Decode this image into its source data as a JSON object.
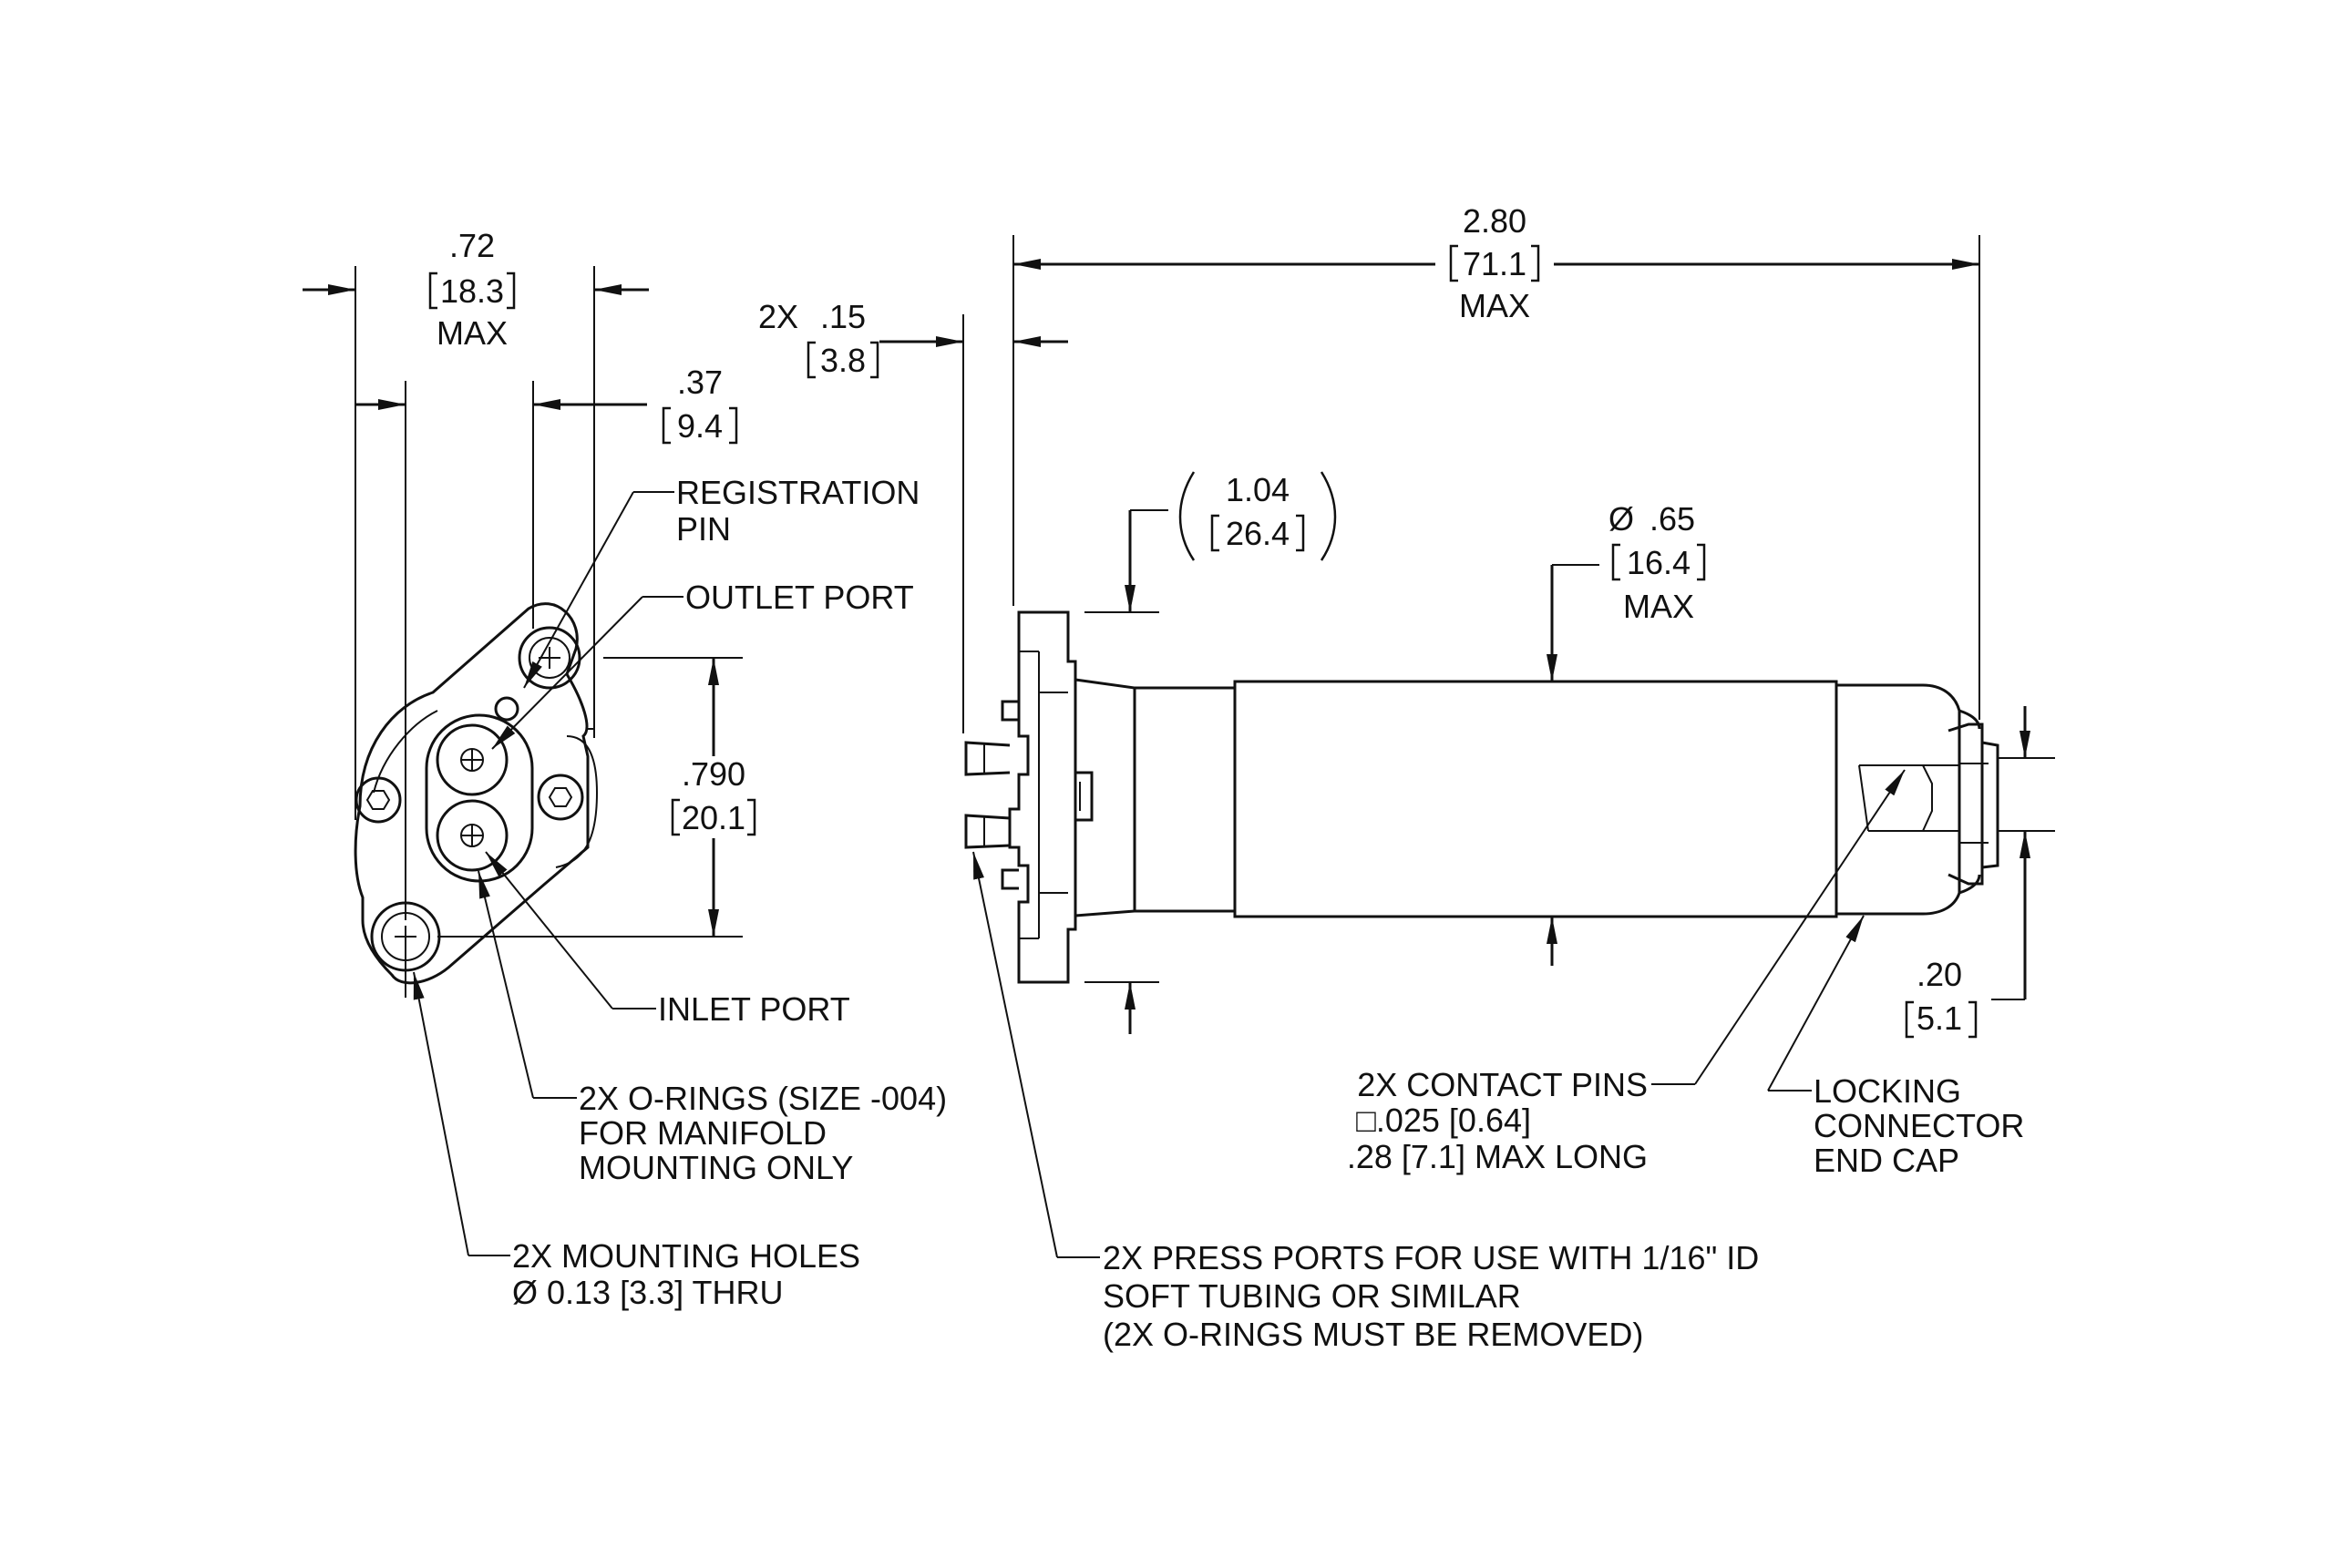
{
  "colors": {
    "line": "#111111",
    "background": "#ffffff"
  },
  "dims": {
    "width_max": {
      "inch": ".72",
      "mm": "18.3",
      "suffix": "MAX"
    },
    "pin_offset": {
      "inch": ".37",
      "mm": "9.4"
    },
    "port_pitch": {
      "inch": ".790",
      "mm": "20.1"
    },
    "press_port": {
      "prefix": "2X",
      "inch": ".15",
      "mm": "3.8"
    },
    "overall_length": {
      "inch": "2.80",
      "mm": "71.1",
      "suffix": "MAX"
    },
    "flange_height": {
      "inch": "1.04",
      "mm": "26.4"
    },
    "body_dia": {
      "symbol": "Ø",
      "inch": ".65",
      "mm": "16.4",
      "suffix": "MAX"
    },
    "pin_length": {
      "inch": ".20",
      "mm": "5.1"
    }
  },
  "callouts": {
    "registration_pin": [
      "REGISTRATION",
      "PIN"
    ],
    "outlet_port": [
      "OUTLET PORT"
    ],
    "inlet_port": [
      "INLET PORT"
    ],
    "orings": [
      "2X O-RINGS (SIZE -004)",
      "FOR MANIFOLD",
      "MOUNTING ONLY"
    ],
    "mounting_holes": [
      "2X MOUNTING HOLES",
      "Ø 0.13 [3.3] THRU"
    ],
    "press_ports": [
      "2X PRESS PORTS FOR USE WITH 1/16\" ID",
      "SOFT TUBING OR SIMILAR",
      "(2X O-RINGS MUST BE REMOVED)"
    ],
    "contact_pins": [
      "2X CONTACT PINS",
      "□.025 [0.64]",
      ".28 [7.1] MAX LONG"
    ],
    "end_cap": [
      "LOCKING",
      "CONNECTOR",
      "END CAP"
    ]
  }
}
